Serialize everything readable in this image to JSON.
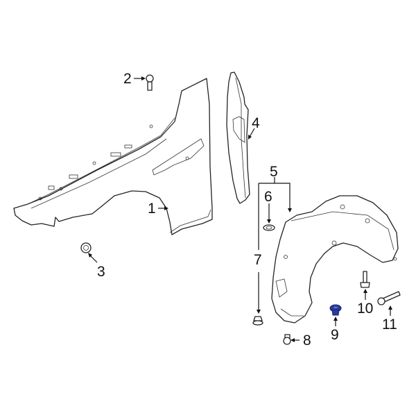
{
  "diagram": {
    "type": "exploded parts diagram",
    "subject": "Front fender and fender liner assembly",
    "highlight_color": "#2b3a9c",
    "callouts": [
      {
        "id": "1",
        "label": "1",
        "part": "fender"
      },
      {
        "id": "2",
        "label": "2",
        "part": "fender bolt"
      },
      {
        "id": "3",
        "label": "3",
        "part": "nut"
      },
      {
        "id": "4",
        "label": "4",
        "part": "fender insulator"
      },
      {
        "id": "5",
        "label": "5",
        "part": "fender liner assembly"
      },
      {
        "id": "6",
        "label": "6",
        "part": "grommet"
      },
      {
        "id": "7",
        "label": "7",
        "part": "clip"
      },
      {
        "id": "8",
        "label": "8",
        "part": "bolt"
      },
      {
        "id": "9",
        "label": "9",
        "part": "nut (highlighted)"
      },
      {
        "id": "10",
        "label": "10",
        "part": "bolt"
      },
      {
        "id": "11",
        "label": "11",
        "part": "screw"
      }
    ]
  }
}
